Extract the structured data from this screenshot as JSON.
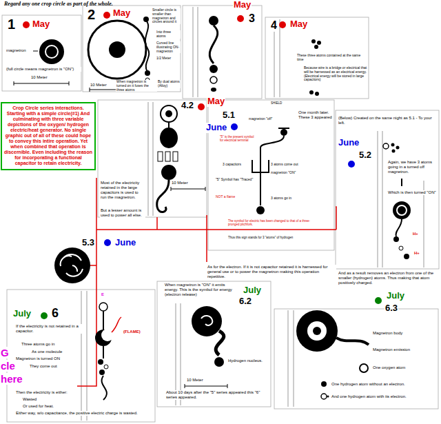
{
  "diagram": {
    "title": "Regard any one crop circle as part of the whole.",
    "nodes": [
      {
        "text": [
          "Crop Circle series interactions. Starting with a simple circle(#1) And culminating with three variable depictions of the oxygen/ hydrogen electric/heat generator. No single graphic out of all of these could hope to convey this intire operation. Yet when combined that operation is discernible. Even including the reason for incorporating a functional capacitor to retain electricity."
        ]
      }
    ],
    "labels": [
      "1",
      "May",
      "magnetron",
      "(full circle means magnetron is \"ON\")",
      "10 Meter",
      "2",
      "May",
      "Smaller circle is smaller than magnetron and circles around it",
      "Into three atoms",
      "Curved line illustrating ON- magnetron",
      "1/2 Meter",
      "When magnetron is turned on it fuses the three atoms",
      "By dual atoms (Alloy)",
      "10 Meter",
      "May",
      "3",
      "4",
      "May",
      "These three atoms contained at the same time",
      "Because wire is a bridge or electrical that will be harnessed as an electrical energy. (Electrical energy will be stored in large capacitors)",
      "4.2",
      "May",
      "10 Meter",
      "Most of the electricity retained in the large capacitors is used to run the magnetron.",
      "But a lesser amount is used to power all else.",
      "5.1",
      "June",
      "SHIELD",
      "magnetron \"off\"",
      "One month later. These 3 appeared",
      "\"5\" is the present symbol for electrical terminal",
      "3 capacitors",
      "3 atoms come out",
      "magnetron \"ON\"",
      "\"5\" Symbol has \"Traced\"",
      "NOT a flame",
      "3 atoms go in",
      "The symbol for electric has been changed to that of a three-pronged pitchfork.",
      "Thus this sign stands for 3 \"atoms\" of hydrogen",
      "(Below) Created on the same night as 5.1 - To your left.",
      "June",
      "5.2",
      "Again, we have 3 atoms going in a turned off magnetron.",
      "Which is then turned \"ON\"",
      "H+",
      "H+",
      "And as a result removes an electron from one of the smaller (hydrogen) atoms. Thus making that atom positively charged.",
      "As for the electron. If it is not capacitor retained it is harnessed for general use or to power the magnetron making this operation repetitive.",
      "5.3",
      "June",
      "E",
      "July",
      "6",
      "If the electricity is not retained in a capacitor.",
      "(FLAME)",
      "Three atoms go in",
      "As one molecule",
      "Magnetron is turned ON",
      "They come out",
      "Then the electricity is either:",
      "Wasted",
      "Or used for heat.",
      "Either way, w/o capacitance, the positive electric charge is wasted.",
      "G",
      "cle",
      "here",
      "When magnetron is \"ON\" it emits energy. This is the symbol for energy (electron release)",
      "July",
      "6.2",
      "Hydrogen nucleus.",
      "10 Meter",
      "About 10 days after the \"5\" series appeared this \"6\" series appeared.",
      "July",
      "6.3",
      "Magnetron body",
      "Magnetron emission",
      "One oxygen atom",
      "One hydrogen atom without an electron.",
      "And one hydrogen atom with its electron."
    ]
  }
}
